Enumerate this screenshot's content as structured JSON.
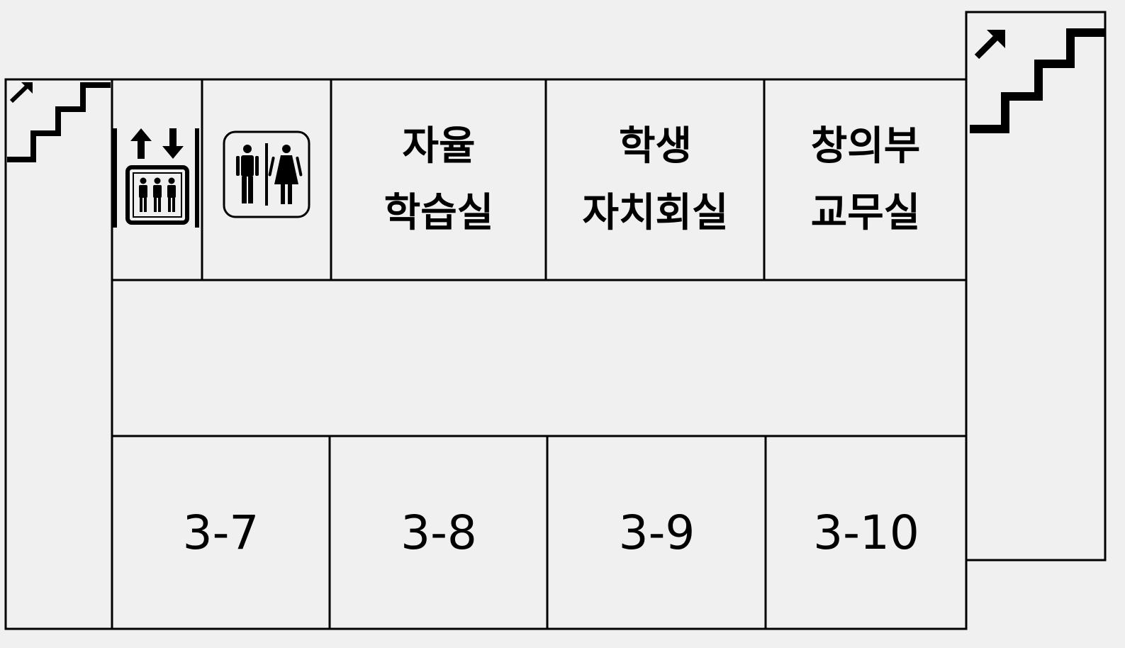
{
  "floor_plan": {
    "icons": {
      "stairs_left": "stairs-up-icon",
      "elevator": "elevator-icon",
      "restroom": "restroom-icon",
      "stairs_right": "stairs-up-icon"
    },
    "rooms_top": [
      {
        "name": "자율\n학습실"
      },
      {
        "name": "학생\n자치회실"
      },
      {
        "name": "창의부\n교무실"
      }
    ],
    "classrooms": [
      {
        "label": "3-7"
      },
      {
        "label": "3-8"
      },
      {
        "label": "3-9"
      },
      {
        "label": "3-10"
      }
    ]
  },
  "colors": {
    "background": "#f0f0f0",
    "line": "#000000"
  }
}
